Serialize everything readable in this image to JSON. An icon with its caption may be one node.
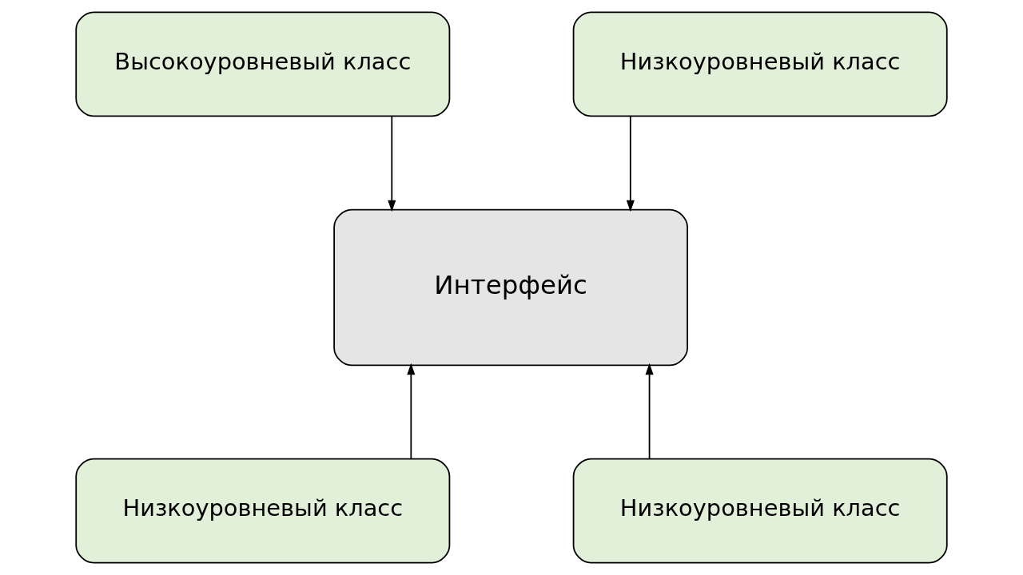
{
  "diagram": {
    "nodes": [
      {
        "text": [
          "Высокоуровневый класс"
        ]
      },
      {
        "text": [
          "Низкоуровневый класс"
        ]
      },
      {
        "text": [
          "Интерфейс"
        ]
      },
      {
        "text": [
          "Низкоуровневый класс"
        ]
      },
      {
        "text": [
          "Низкоуровневый класс"
        ]
      }
    ],
    "edges": [
      {
        "from": 0,
        "to": 2,
        "arrow": "to"
      },
      {
        "from": 1,
        "to": 2,
        "arrow": "to"
      },
      {
        "from": 3,
        "to": 2,
        "arrow": "to"
      },
      {
        "from": 4,
        "to": 2,
        "arrow": "to"
      }
    ]
  }
}
